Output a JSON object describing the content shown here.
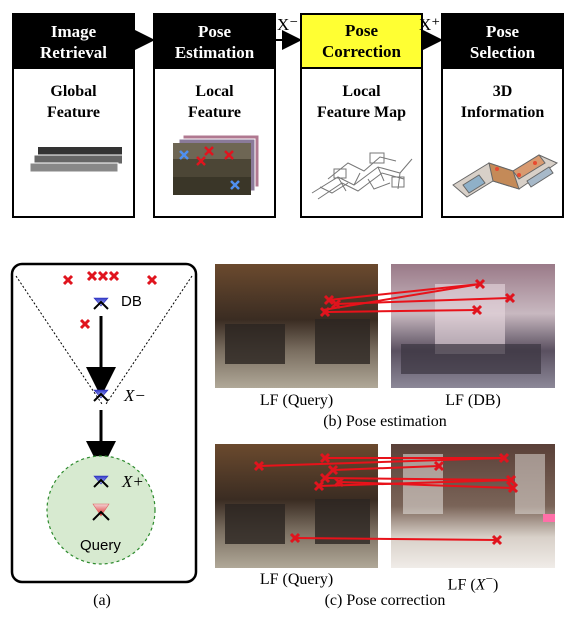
{
  "pipeline": {
    "stages": [
      {
        "title": "Image\nRetrieval",
        "content": "Global\nFeature",
        "highlight": false
      },
      {
        "title": "Pose\nEstimation",
        "content": "Local\nFeature",
        "highlight": false
      },
      {
        "title": "Pose\nCorrection",
        "content": "Local\nFeature Map",
        "highlight": true
      },
      {
        "title": "Pose\nSelection",
        "content": "3D\nInformation",
        "highlight": false
      }
    ],
    "arrow_labels": [
      "X⁻",
      "X⁺"
    ]
  },
  "panel_a": {
    "db_label": "DB",
    "x_minus_label": "X−",
    "x_plus_label": "X+",
    "query_label": "Query",
    "caption": "(a)"
  },
  "panel_b": {
    "query_label": "LF (Query)",
    "db_label": "LF (DB)",
    "caption": "(b) Pose estimation"
  },
  "panel_c": {
    "query_label": "LF (Query)",
    "x_label_prefix": "LF (",
    "x_label_var": "X",
    "x_label_sup": "−",
    "x_label_suffix": ")",
    "caption": "(c) Pose correction"
  },
  "colors": {
    "highlight": "#ffff33",
    "marker": "#e0141e",
    "match_line": "#e8121a",
    "query_circle": "#d7ead0",
    "circle_border": "#2e8b2e"
  }
}
